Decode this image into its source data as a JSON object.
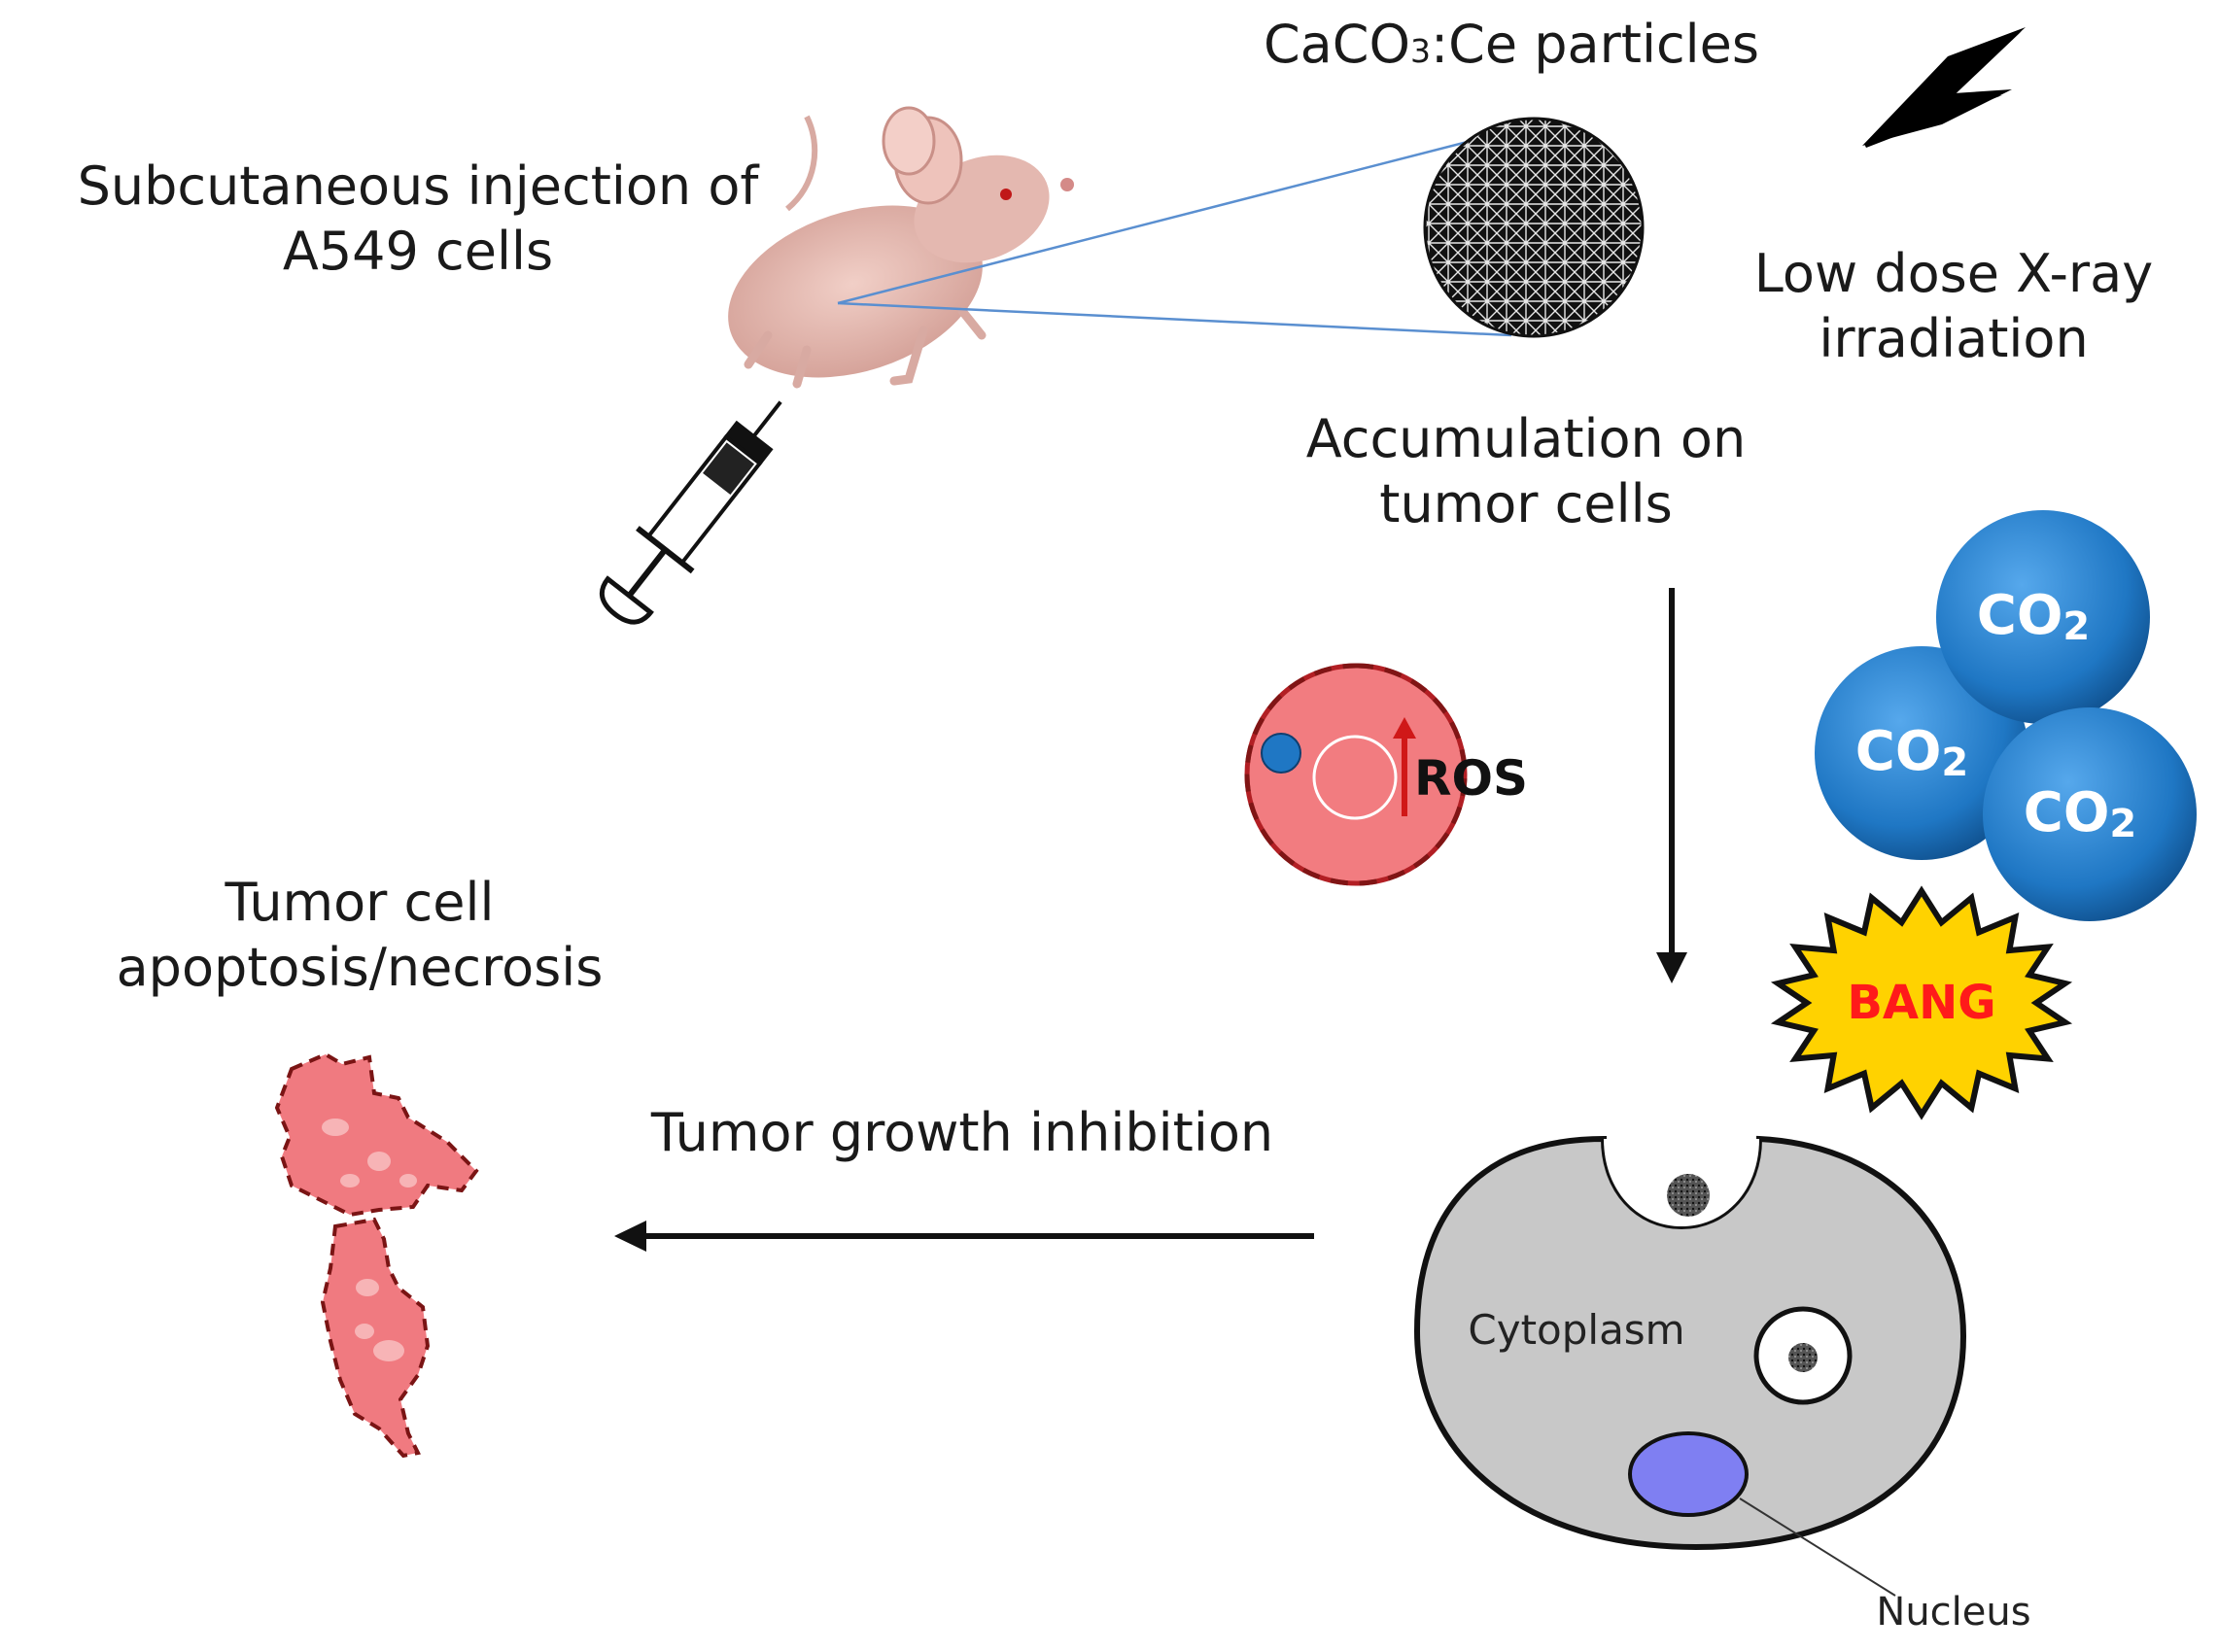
{
  "labels": {
    "injection_line1": "Subcutaneous injection of",
    "injection_line2": "A549 cells",
    "particles_prefix": "CaCO",
    "particles_sub": "3",
    "particles_suffix": ":Ce particles",
    "xray_line1": "Low dose X-ray",
    "xray_line2": "irradiation",
    "accumulation_line1": "Accumulation on",
    "accumulation_line2": "tumor cells",
    "ros": "ROS",
    "co2_main": "CO",
    "co2_sub": "2",
    "bang": "BANG",
    "apoptosis_line1": "Tumor cell",
    "apoptosis_line2": "apoptosis/necrosis",
    "growth_inhibition": "Tumor growth inhibition",
    "cytoplasm": "Cytoplasm",
    "nucleus": "Nucleus"
  },
  "icons": [
    "mouse-icon",
    "syringe-icon",
    "nanoparticle-sphere-icon",
    "lightning-bolt-icon",
    "ros-cell-icon",
    "co2-bubble-icon",
    "bang-burst-icon",
    "dead-tumor-cell-icon",
    "tumor-cell-icon"
  ],
  "colors": {
    "zoom_line": "#5a8fd0",
    "ros_cell": "#f27c80",
    "ros_outline": "#b21f24",
    "co2_bubble": "#1f77c4",
    "bang_fill": "#ffd200",
    "bang_text": "#ff1a1a",
    "cytoplasm": "#c8c8c8",
    "nucleus": "#7f7ff2",
    "dead_cell": "#f07a80"
  }
}
